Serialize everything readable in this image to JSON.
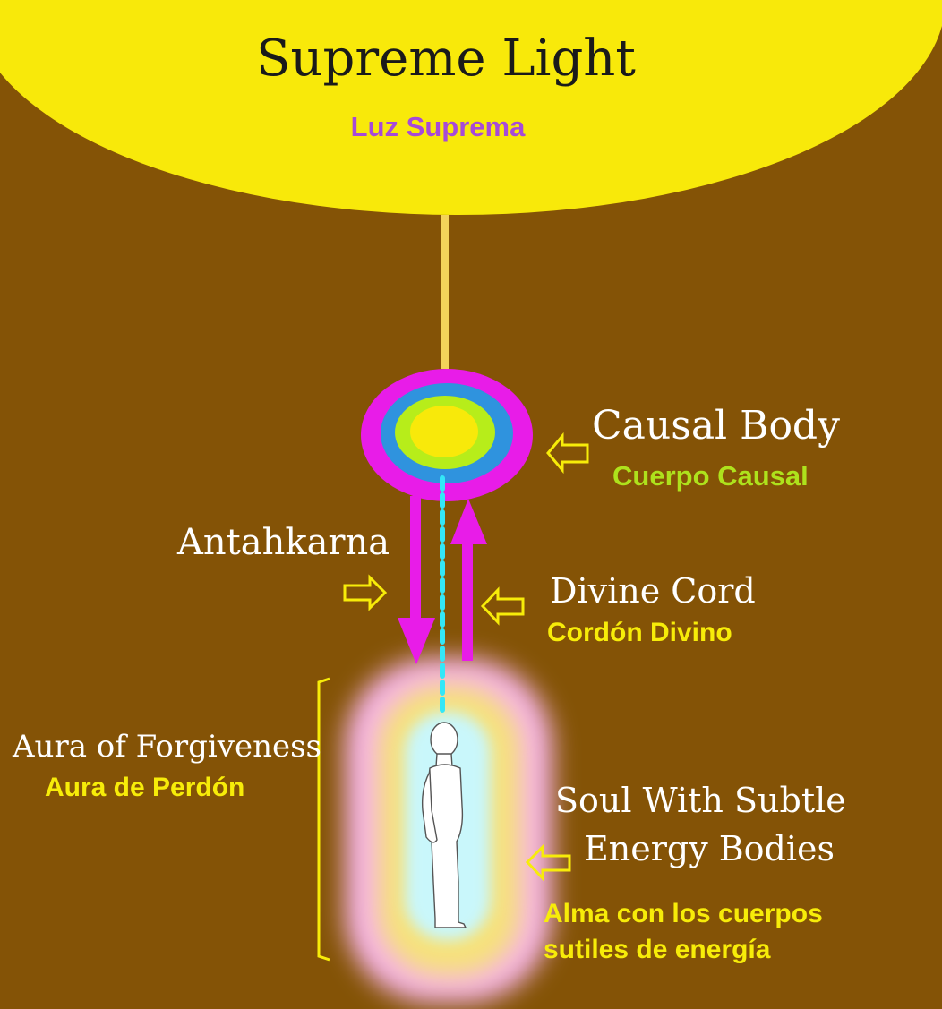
{
  "colors": {
    "background": "#845306",
    "sun_core": "#f8e90a",
    "sun_glow": "#f25a0a",
    "magenta": "#e81ce8",
    "cyan_cord": "#33e7f7",
    "label_yellow": "#f7ec09",
    "label_green": "#aee21c",
    "label_purple": "#a64ad8",
    "aura_pink": "#f6b3e7",
    "aura_yellow": "#f6e27a",
    "aura_cyan": "#c9f7fb"
  },
  "supreme_light": {
    "title": "Supreme Light",
    "subtitle": "Luz Suprema"
  },
  "causal_body": {
    "label_en": "Causal Body",
    "label_es": "Cuerpo Causal"
  },
  "antahkarna": {
    "label": "Antahkarna"
  },
  "divine_cord": {
    "label_en": "Divine Cord",
    "label_es": "Cordón Divino"
  },
  "aura": {
    "label_en": "Aura of Forgiveness",
    "label_es": "Aura de Perdón"
  },
  "soul": {
    "label_en_line1": "Soul With Subtle",
    "label_en_line2": "Energy Bodies",
    "label_es_line1": "Alma con los cuerpos",
    "label_es_line2": "sutiles de energía"
  },
  "icons": {
    "arrow_causal": "left-arrow-outline-icon",
    "arrow_antahkarna": "right-arrow-outline-icon",
    "arrow_cord": "left-arrow-outline-icon",
    "arrow_soul": "left-arrow-outline-icon",
    "person": "standing-person-icon"
  }
}
